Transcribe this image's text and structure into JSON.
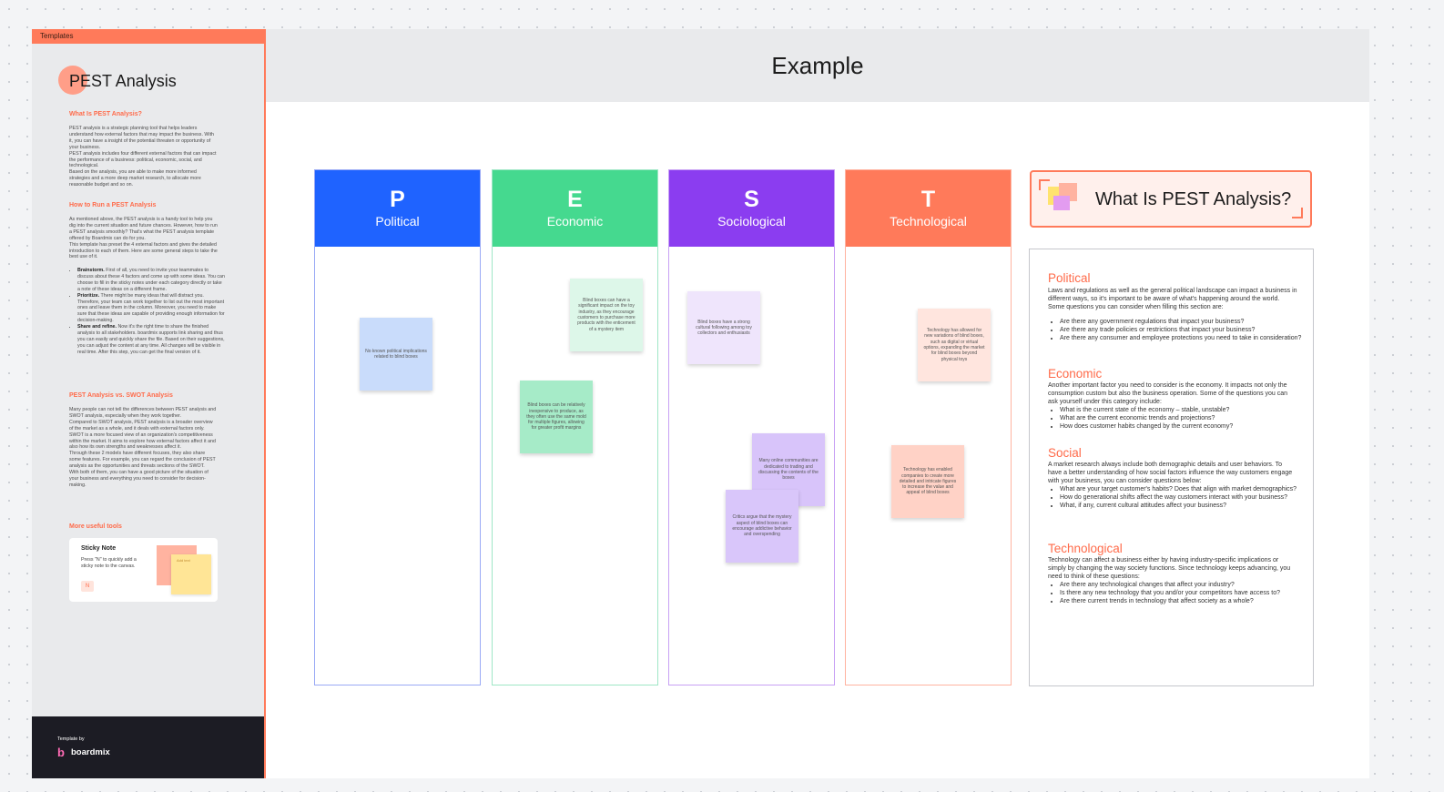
{
  "sidebar": {
    "tab_label": "Templates",
    "title": "PEST Analysis",
    "sections": {
      "what": {
        "heading": "What Is PEST Analysis?",
        "text": "PEST analysis is a strategic planning tool that helps leaders understand how external factors that may impact the business. With it, you can have a insight of the potential threaten or opportunity of your business.\nPEST analysis includes four different external factors that can impact the performance of a business: political, economic, social, and technological.\nBased on the analysis, you are able to make more informed strategies and a more deep market research, to allocate more reasonable budget and so on."
      },
      "how": {
        "heading": "How to Run a PEST Analysis",
        "text": "As mentioned above, the PEST analysis is a handy tool to help you dig into the current situation and future chances. However, how to run a PEST analysis smoothly? That's what the PEST analysis template offered by Boardmix can do for you.\nThis template has preset the 4 external factors and gives the detailed introduction to each of them. Here are some general steps to take the best use of it.",
        "steps": [
          {
            "label": "Brainstorm.",
            "text": "First of all, you need to invite your teammates to discuss about these 4 factors and come up with some ideas. You can choose to fill in the sticky notes under each category directly or take a note of these ideas on a different frame."
          },
          {
            "label": "Prioritize.",
            "text": "There might be many ideas that will distract you. Therefore, your team can work together to list out the most important ones and leave them in the column. Moreover, you need to make sure that these ideas are capable of providing enough information for decision-making."
          },
          {
            "label": "Share and refine.",
            "text": "Now it's the right time to share the finished analysis to all stakeholders. boardmix supports link sharing and thus you can easily and quickly share the file. Based on their suggestions, you can adjust the content at any time. All changes will be visible in real time. After this step, you can get the final version of it."
          }
        ]
      },
      "swot": {
        "heading": "PEST Analysis vs. SWOT Analysis",
        "text": "Many people can not tell the differences between PEST analysis and SWOT analysis, especially when they work together.\nCompared to SWOT analysis, PEST analysis is a broader overview of the market as a whole, and it deals with external factors only. SWOT is a more focused view of an organization's competitiveness within the market. It aims to explore how external factors affect it and also how its own strengths and weaknesses affect it.\nThrough these 2 models have different focuses, they also share some features. For example, you can regard the conclusion of PEST analysis as the opportunities and threats sections of the SWOT.\nWith both of them, you can have a good picture of the situation of your business and everything you need to consider for decision-making."
      },
      "tools": {
        "heading": "More useful tools",
        "card_title": "Sticky Note",
        "card_desc": "Press \"N\" to quickly add a sticky note to the canvas.",
        "card_key": "N",
        "note_text": "Add text"
      }
    },
    "footer": {
      "by": "Template by",
      "logo_mark": "b",
      "logo": "boardmix"
    }
  },
  "board": {
    "title": "Example",
    "columns": [
      {
        "letter": "P",
        "name": "Political",
        "color": "#1f63ff",
        "border": "#9aaaf5"
      },
      {
        "letter": "E",
        "name": "Economic",
        "color": "#45d98f",
        "border": "#9fe6c6"
      },
      {
        "letter": "S",
        "name": "Sociological",
        "color": "#8b3df0",
        "border": "#c8a0f4"
      },
      {
        "letter": "T",
        "name": "Technological",
        "color": "#ff7a5a",
        "border": "#ffb3a0"
      }
    ],
    "notes": [
      {
        "text": "No known political implications related to blind boxes",
        "color": "#c9dcfb"
      },
      {
        "text": "Blind boxes can have a significant impact on the toy industry, as they encourage customers to purchase more products with the enticement of a mystery item",
        "color": "#ddf7e9"
      },
      {
        "text": "Blind boxes can be relatively inexpensive to produce, as they often use the same mold for multiple figures, allowing for greater profit margins",
        "color": "#a6ebc8"
      },
      {
        "text": "Blind boxes have a strong cultural following among toy collectors and enthusiasts",
        "color": "#efe5fc"
      },
      {
        "text": "Many online communities are dedicated to trading and discussing the contents of the boxes",
        "color": "#d8c4fa"
      },
      {
        "text": "Critics argue that the mystery aspect of blind boxes can encourage addictive behavior and overspending",
        "color": "#d9c6fa"
      },
      {
        "text": "Technology has allowed for new variations of blind boxes, such as digital or virtual options, expanding the market for blind boxes beyond physical toys",
        "color": "#ffe5de"
      },
      {
        "text": "Technology has enabled companies to create more detailed and intricate figures to increase the value and appeal of blind boxes",
        "color": "#ffd2c6"
      }
    ],
    "what_is": {
      "title": "What Is PEST Analysis?",
      "political": {
        "heading": "Political",
        "text": "Laws and regulations as well as the general political landscape can impact a business in different ways, so it's important to be aware of what's happening around the world. Some questions you can consider when filling this section are:",
        "items": [
          "Are there any government regulations that impact your business?",
          "Are there any trade policies or restrictions that impact your business?",
          "Are there any consumer and employee protections you need to take in consideration?"
        ]
      },
      "economic": {
        "heading": "Economic",
        "text": "Another important factor you need to consider is the economy. It impacts not only the consumption custom but also the business operation. Some of the questions you can ask yourself under this category include:",
        "items": [
          "What is the current state of the economy – stable, unstable?",
          "What are the current economic trends and projections?",
          "How does customer habits changed by the current economy?"
        ]
      },
      "social": {
        "heading": "Social",
        "text": "A market research always include both demographic details and user behaviors. To have a better understanding of how social factors influence the way customers engage with your business, you can consider questions below:",
        "items": [
          "What are your target customer's habits? Does that align with market demographics?",
          "How do generational shifts affect the way customers interact with your business?",
          "What, if any, current cultural attitudes affect your business?"
        ]
      },
      "technological": {
        "heading": "Technological",
        "text": "Technology can affect a business either by having industry-specific implications or simply by changing the way society functions. Since technology keeps advancing, you need to think of these questions:",
        "items": [
          "Are there any technological changes that affect your industry?",
          "Is there any new technology that you and/or your competitors have access to?",
          "Are there current trends in technology that affect society as a whole?"
        ]
      }
    }
  }
}
